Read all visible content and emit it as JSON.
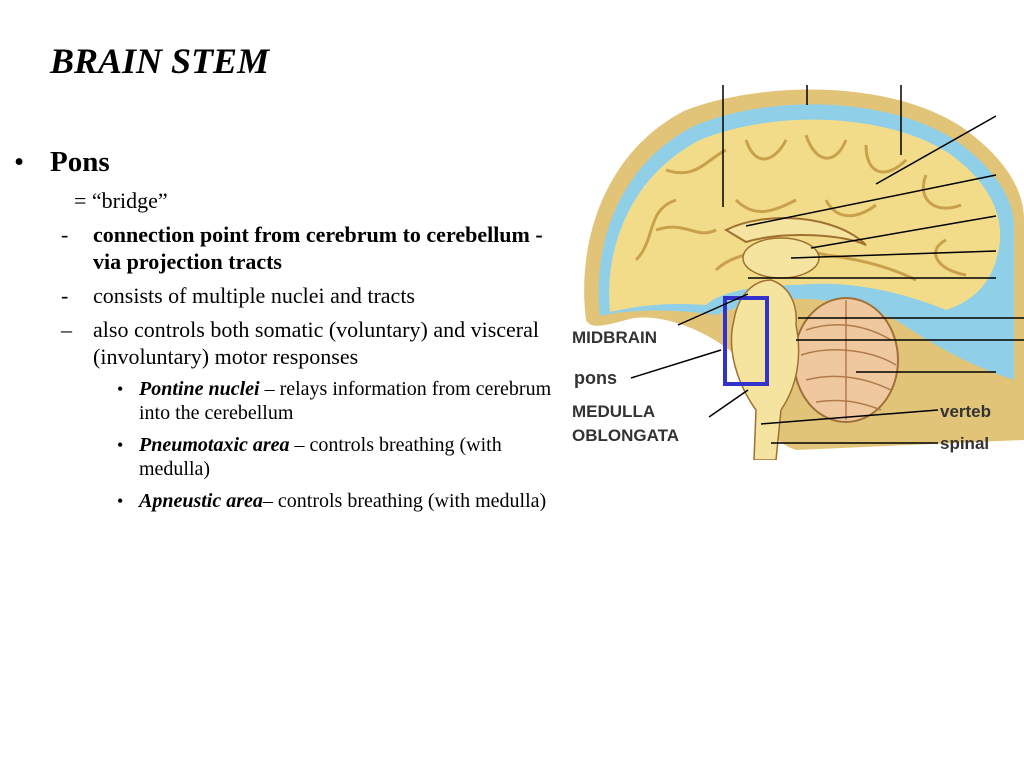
{
  "slide": {
    "title": "BRAIN STEM",
    "bullet": {
      "mark": "•",
      "heading": "Pons",
      "items": [
        {
          "mark": "",
          "text": "= “bridge”"
        },
        {
          "mark": "-",
          "text": "connection point from cerebrum to cerebellum - via projection tracts",
          "bold": true
        },
        {
          "mark": "-",
          "text": "consists of multiple nuclei and tracts"
        },
        {
          "mark": "–",
          "text": "also controls both somatic (voluntary) and visceral (involuntary) motor responses"
        }
      ],
      "subitems": [
        {
          "mark": "•",
          "term": "Pontine nuclei",
          "rest": " – relays information from cerebrum into the cerebellum"
        },
        {
          "mark": "•",
          "term": "Pneumotaxic area",
          "rest": " – controls breathing (with medulla)"
        },
        {
          "mark": "•",
          "term": "Apneustic area",
          "rest": "– controls breathing (with medulla)"
        }
      ]
    }
  },
  "diagram": {
    "labels": {
      "midbrain": "MIDBRAIN",
      "pons": "pons",
      "medulla_line1": "MEDULLA",
      "medulla_line2": "OBLONGATA",
      "vertebra": "verteb",
      "spinal": "spinal"
    },
    "colors": {
      "skull": "#e2c478",
      "meninges": "#8fcfe8",
      "brain": "#f2dc8a",
      "sulcus": "#c9a04c",
      "cerebellum": "#f0c8a0",
      "stem": "#f4e4a0",
      "highlight_box": "#3333cc",
      "leader": "#000000"
    }
  }
}
